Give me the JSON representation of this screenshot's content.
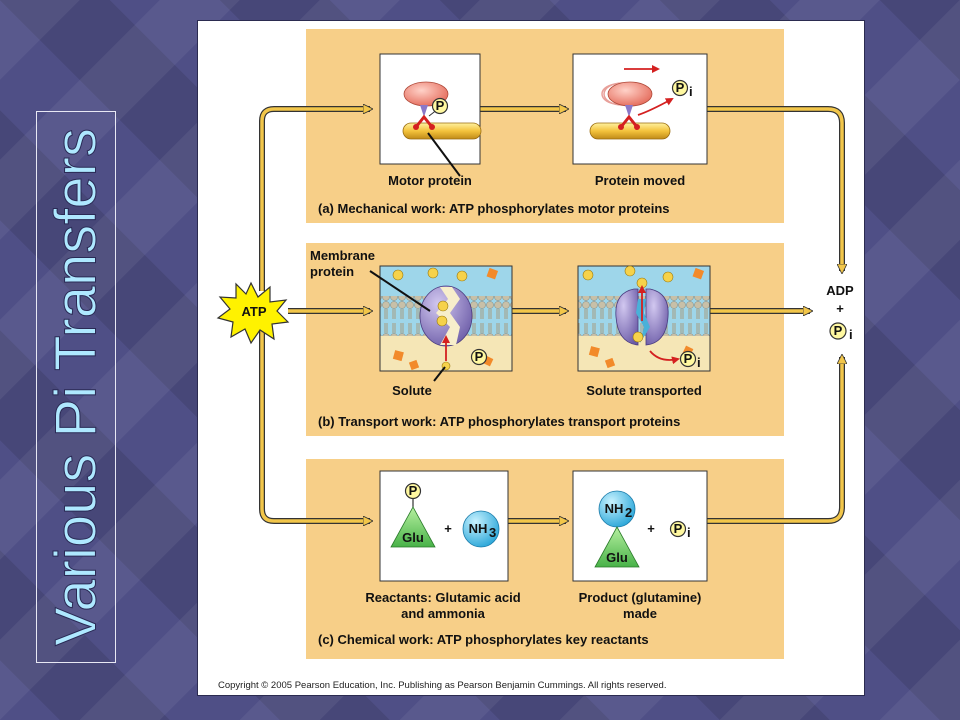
{
  "slide": {
    "title": "Various Pi Transfers"
  },
  "diagram": {
    "atp": "ATP",
    "adp": "ADP",
    "plus": "+",
    "pi": "P",
    "pi_sub": "i",
    "p": "P",
    "panel_a": {
      "left_label": "Motor protein",
      "right_label": "Protein moved",
      "caption": "(a) Mechanical work: ATP phosphorylates motor proteins"
    },
    "panel_b": {
      "membrane_label_1": "Membrane",
      "membrane_label_2": "protein",
      "left_label": "Solute",
      "right_label": "Solute transported",
      "caption": "(b) Transport work: ATP phosphorylates transport proteins"
    },
    "panel_c": {
      "glu": "Glu",
      "nh3": "NH",
      "nh3_sub": "3",
      "nh2": "NH",
      "nh2_sub": "2",
      "left_label_1": "Reactants: Glutamic acid",
      "left_label_2": "and ammonia",
      "right_label_1": "Product (glutamine)",
      "right_label_2": "made",
      "caption": "(c) Chemical work: ATP phosphorylates key reactants"
    },
    "copyright": "Copyright © 2005 Pearson Education, Inc. Publishing as Pearson Benjamin Cummings. All rights reserved."
  }
}
